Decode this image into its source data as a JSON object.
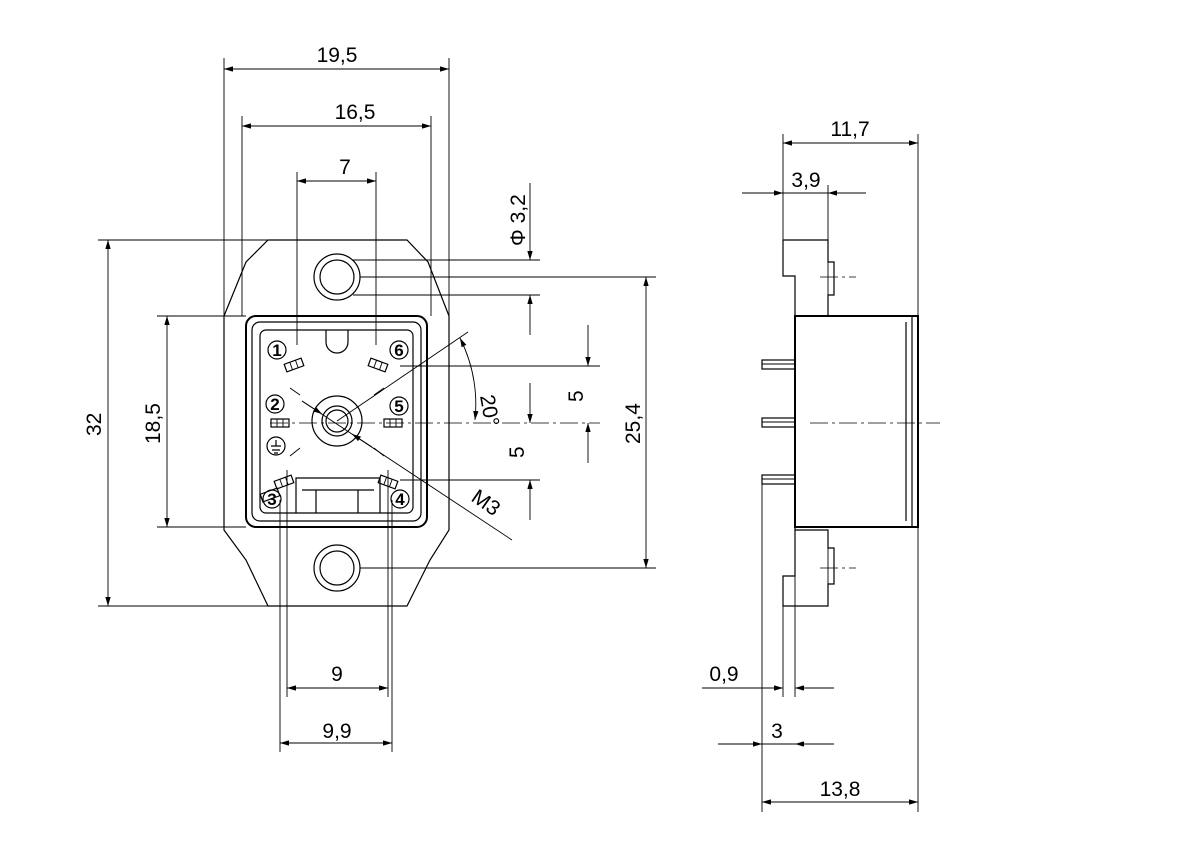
{
  "front_view": {
    "dims": {
      "overall_width": "19,5",
      "inner_width": "16,5",
      "top_pin_span": "7",
      "hole_diameter": "Φ 3,2",
      "overall_height": "32",
      "inner_height": "18,5",
      "hole_pitch": "25,4",
      "pin_pitch_upper": "5",
      "pin_pitch_lower": "5",
      "angle": "20°",
      "thread": "M3",
      "bottom_pin_span": "9",
      "bottom_outer_span": "9,9"
    },
    "pins": [
      "1",
      "2",
      "3",
      "4",
      "5",
      "6"
    ]
  },
  "side_view": {
    "dims": {
      "overall_depth": "11,7",
      "flange_depth": "3,9",
      "pin_thickness": "0,9",
      "pin_offset": "3",
      "total_depth": "13,8"
    }
  }
}
